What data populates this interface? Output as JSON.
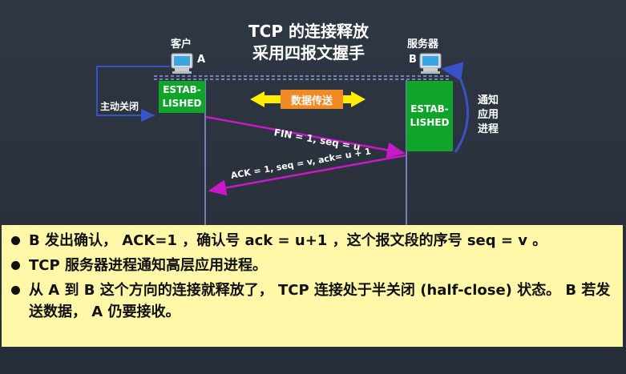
{
  "title": {
    "line1": "TCP  的连接释放",
    "line2": "采用四报文握手"
  },
  "client": {
    "name": "客户",
    "letter": "A"
  },
  "server": {
    "name": "服务器",
    "letter": "B"
  },
  "client_state": {
    "line1": "ESTAB-",
    "line2": "LISHED"
  },
  "server_state": {
    "line1": "ESTAB-",
    "line2": "LISHED"
  },
  "active_close": "主动关闭",
  "notify": {
    "line1": "通知",
    "line2": "应用",
    "line3": "进程"
  },
  "data_transfer": "数据传送",
  "messages": {
    "fin": "FIN = 1, seq = u",
    "ack": "ACK = 1, seq = v, ack= u + 1"
  },
  "bullets": [
    "B  发出确认， ACK=1 ，确认号  ack = u+1 ，这个报文段的序号  seq = v 。",
    "TCP  服务器进程通知高层应用进程。",
    "从  A  到  B  这个方向的连接就释放了， TCP  连接处于半关闭 (half-close) 状态。 B  若发送数据， A  仍要接收。"
  ],
  "colors": {
    "background": "#2b323e",
    "state_box": "#10a52a",
    "data_box": "#f08a24",
    "arrow_yellow": "#ffee00",
    "msg_arrow": "#c818c8",
    "note_bg": "#fff8a8",
    "timeline": "#8a9cd8",
    "close_arrow": "#3a52c8"
  },
  "icons": [
    "computer-icon"
  ]
}
